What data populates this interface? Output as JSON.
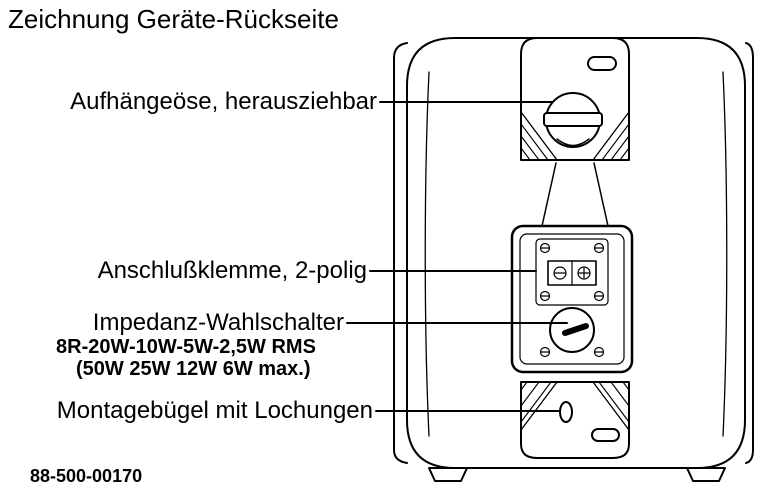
{
  "title": "Zeichnung Geräte-Rückseite",
  "labels": {
    "eyelet": "Aufhängeöse, herausziehbar",
    "terminal": "Anschlußklemme, 2-polig",
    "impedance": "Impedanz-Wahlschalter",
    "impedance_rms": "8R-20W-10W-5W-2,5W RMS",
    "impedance_max": "(50W 25W 12W 6W max.)",
    "bracket": "Montagebügel mit Lochungen"
  },
  "part_number": "88-500-00170",
  "colors": {
    "ink": "#000000",
    "paper": "#ffffff"
  }
}
